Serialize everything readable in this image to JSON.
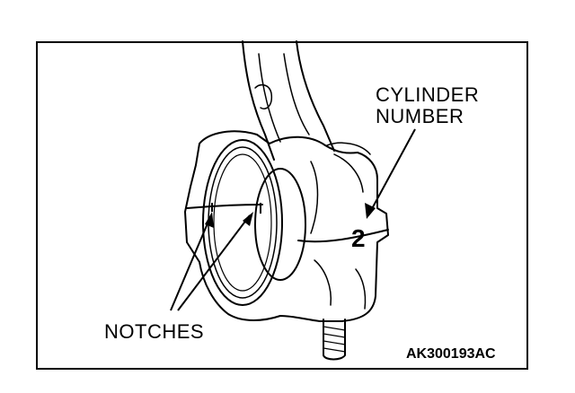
{
  "labels": {
    "cylinder_line1": "CYLINDER",
    "cylinder_line2": "NUMBER",
    "cylinder_digit": "2",
    "notches": "NOTCHES",
    "figure_code": "AK300193AC"
  },
  "colors": {
    "line": "#000000",
    "background": "#ffffff"
  }
}
